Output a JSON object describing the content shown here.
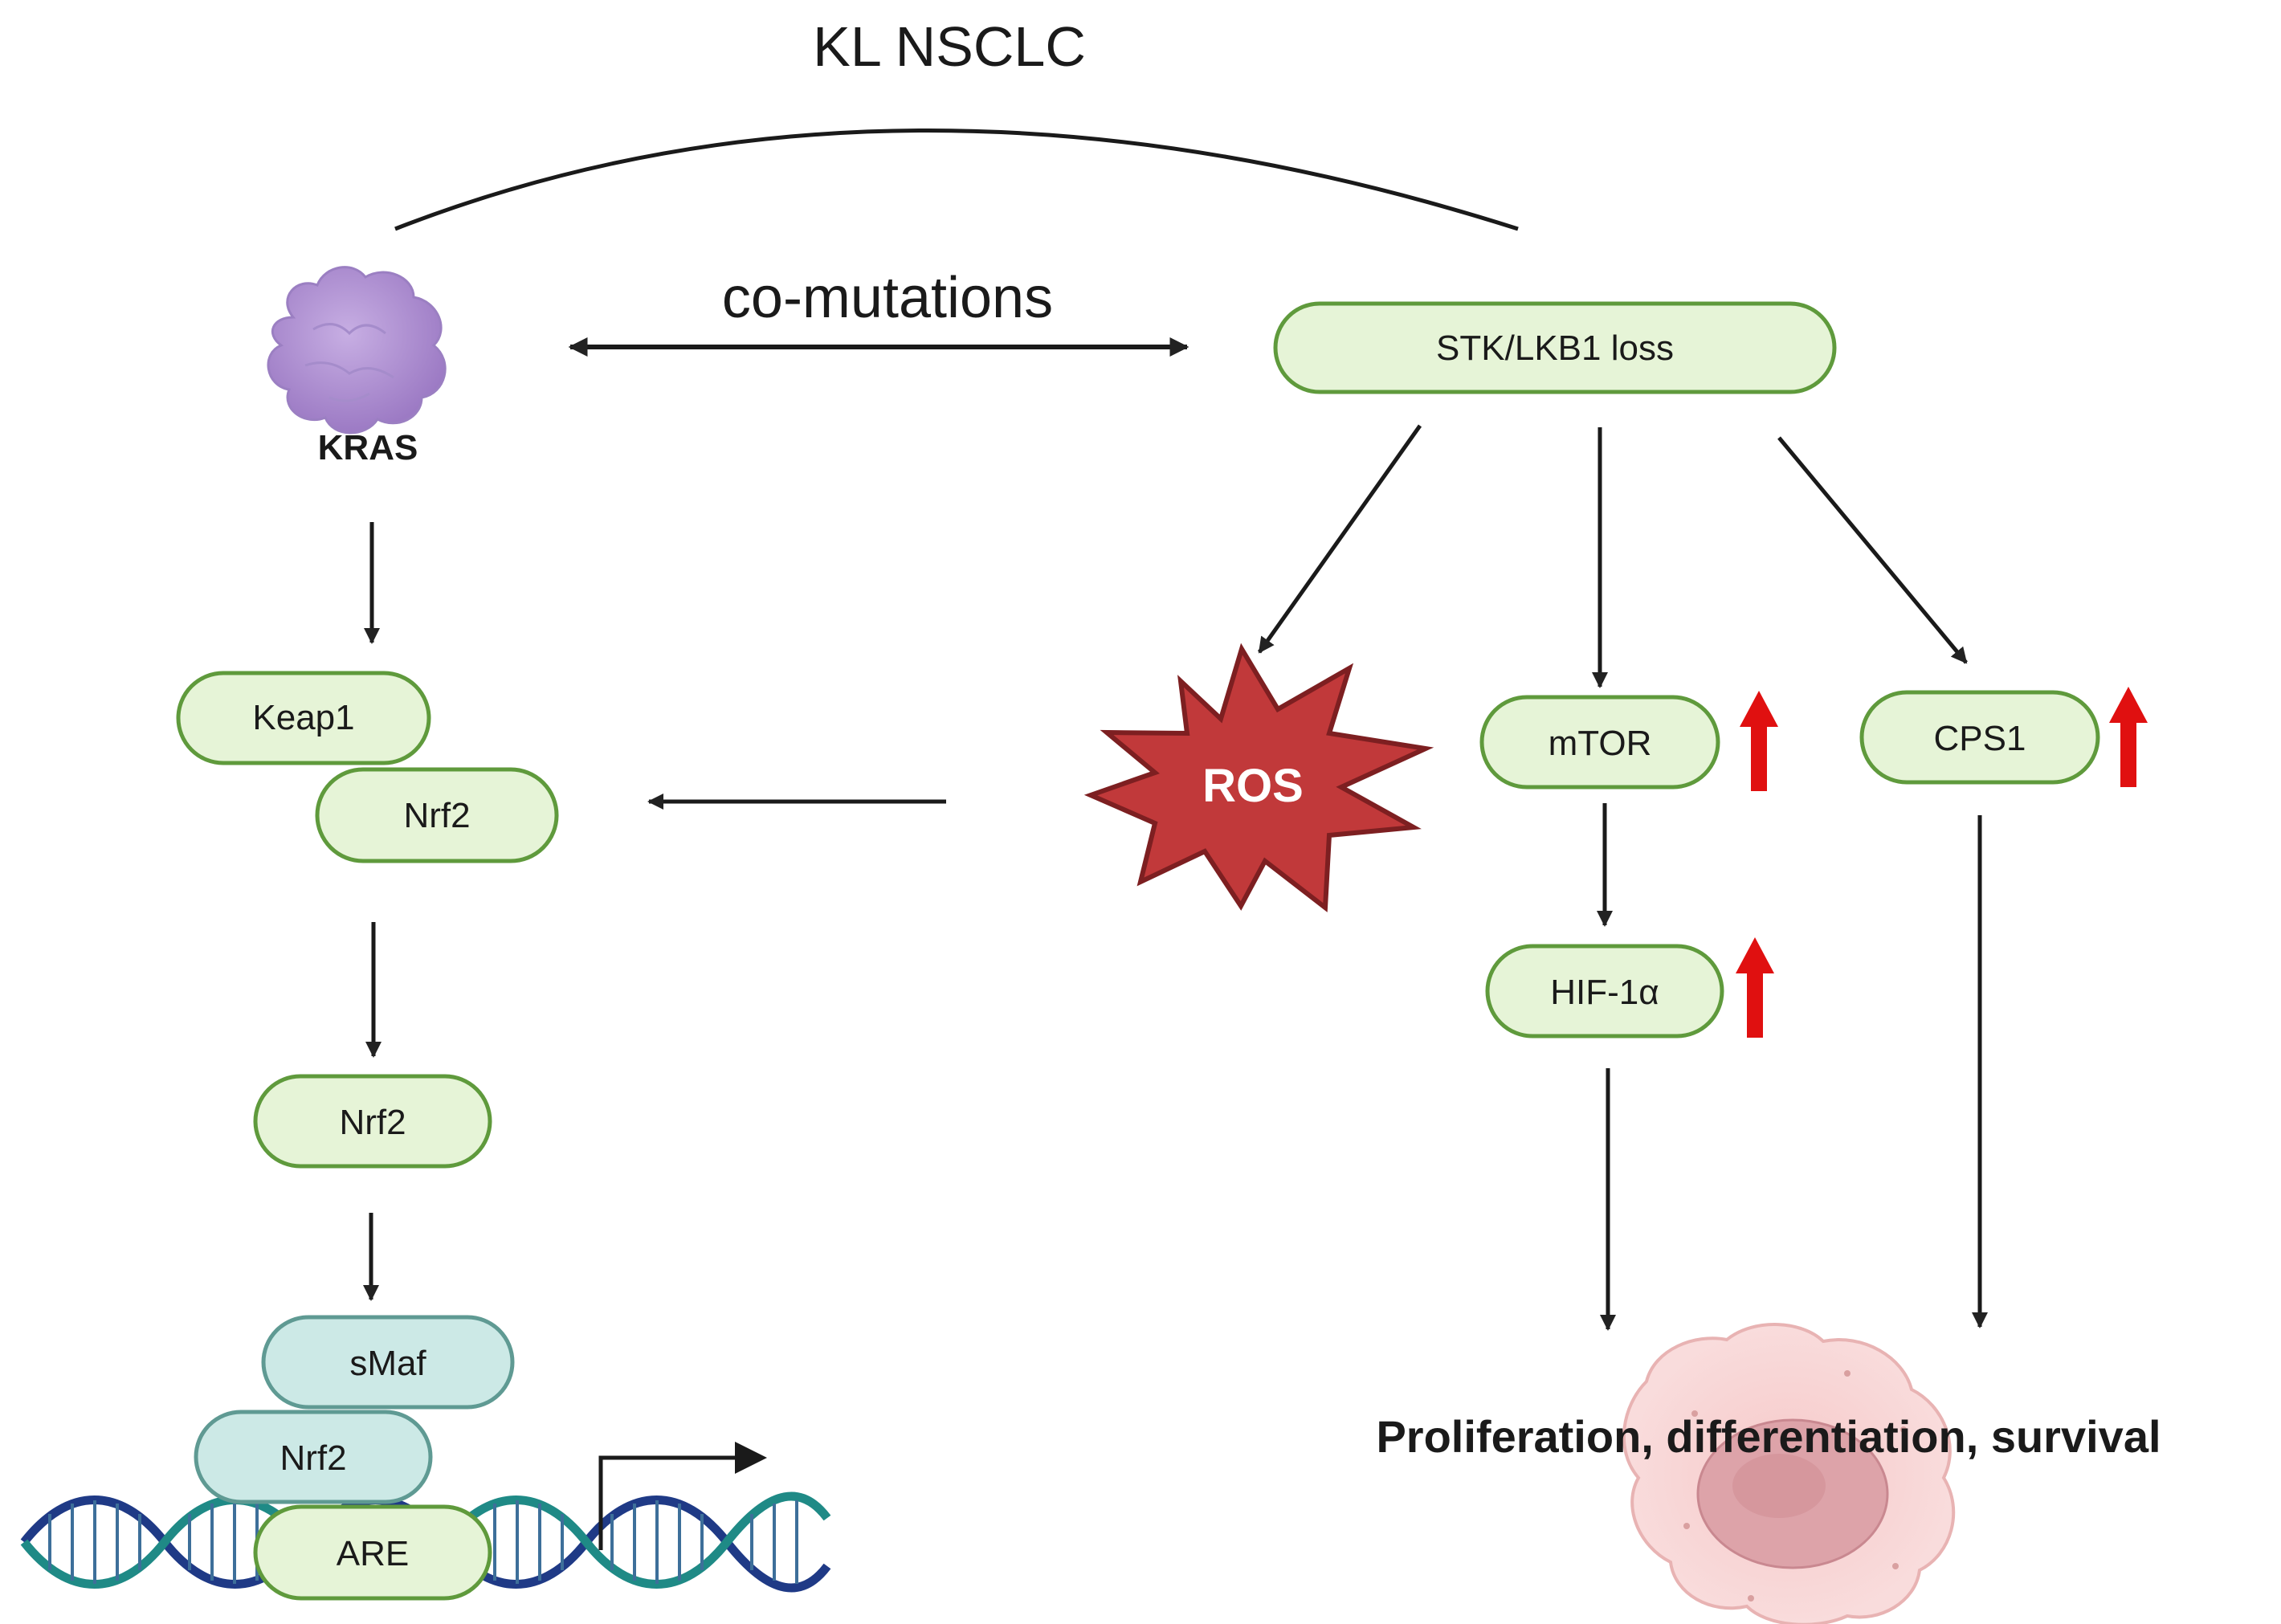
{
  "title": "KL NSCLC",
  "comutations_label": "co-mutations",
  "kras_label": "KRAS",
  "stk_label": "STK/LKB1 loss",
  "ros_label": "ROS",
  "mtor_label": "mTOR",
  "cps1_label": "CPS1",
  "hif_label": "HIF-1α",
  "keap1_label": "Keap1",
  "nrf2_complex_label": "Nrf2",
  "nrf2_free_label": "Nrf2",
  "smaf_label": "sMaf",
  "nrf2_dna_label": "Nrf2",
  "are_label": "ARE",
  "outcome_label": "Proliferation, differentiation, survival",
  "colors": {
    "pill_fill": "#e6f4d7",
    "pill_stroke": "#5f9a3c",
    "teal_fill": "#cce9e6",
    "teal_stroke": "#5f9a93",
    "ros_fill": "#c1393a",
    "ros_stroke": "#7d1f21",
    "up_arrow": "#e01010",
    "kras_fill": "#b79ad8",
    "cell_fill": "#f7d0d0",
    "nucleus_fill": "#e0a7ad",
    "dna_dark": "#1f3a86",
    "dna_teal": "#1f8a86"
  },
  "icons": [
    "kras-protein-icon",
    "ros-burst-icon",
    "up-arrow-icon",
    "dna-helix-icon",
    "transcription-arrow-icon",
    "cancer-cell-icon"
  ]
}
